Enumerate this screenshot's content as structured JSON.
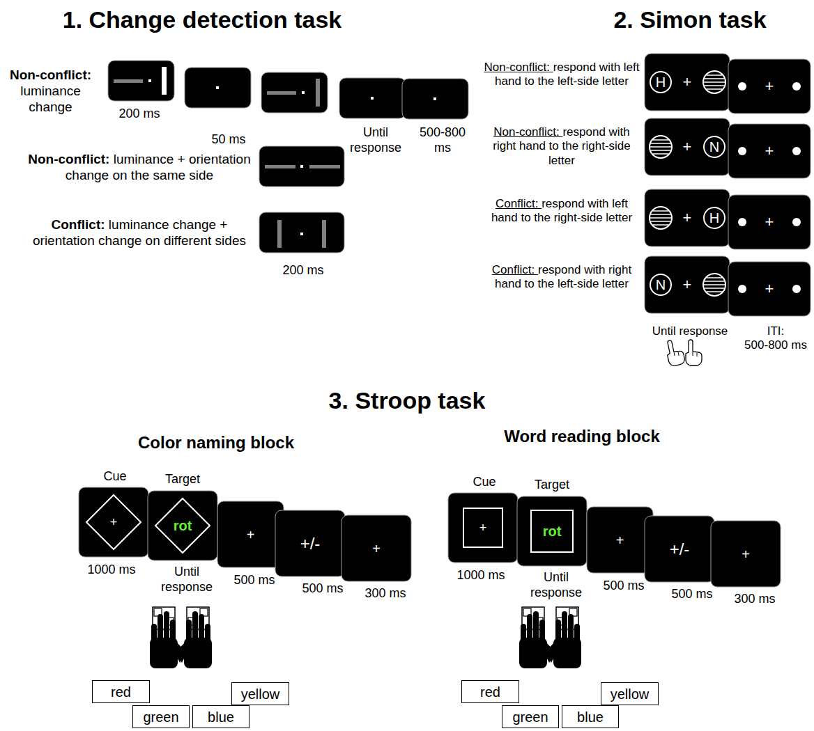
{
  "diagram": {
    "nodes": [
      {
        "text": [
          "+"
        ]
      },
      {
        "text": [
          "H"
        ],
        "in": 0
      },
      {
        "text": [
          "+"
        ]
      },
      {
        "text": [
          "+"
        ]
      },
      {
        "text": [
          "N"
        ],
        "in": 3
      },
      {
        "text": [
          "+"
        ]
      },
      {
        "text": [
          "+"
        ]
      },
      {
        "text": [
          "H"
        ],
        "in": 6
      },
      {
        "text": [
          "+"
        ]
      },
      {
        "text": [
          "+"
        ]
      },
      {
        "text": [
          "N"
        ],
        "in": 9
      },
      {
        "text": [
          "+"
        ]
      },
      {
        "text": [
          "+"
        ]
      },
      {
        "text": [
          "rot"
        ]
      },
      {
        "text": [
          "+"
        ]
      },
      {
        "text": [
          "+/-"
        ]
      },
      {
        "text": [
          "+"
        ]
      },
      {
        "text": [
          "red"
        ]
      },
      {
        "text": [
          "yellow"
        ]
      },
      {
        "text": [
          "green"
        ]
      },
      {
        "text": [
          "blue"
        ]
      },
      {
        "text": [
          "+"
        ]
      },
      {
        "text": [
          "rot"
        ]
      },
      {
        "text": [
          "+"
        ]
      },
      {
        "text": [
          "+/-"
        ]
      },
      {
        "text": [
          "+"
        ]
      },
      {
        "text": [
          "red"
        ]
      },
      {
        "text": [
          "yellow"
        ]
      },
      {
        "text": [
          "green"
        ]
      },
      {
        "text": [
          "blue"
        ]
      }
    ],
    "labels": [
      "1. Change detection task",
      "2. Simon task",
      "Non-conflict: luminance change",
      "200 ms",
      "50 ms",
      "Until response",
      "500-800 ms",
      "Non-conflict: luminance + orientation change on the same side",
      "Conflict: luminance change + orientation change on different sides",
      "200 ms",
      "Non-conflict: respond with left hand to the left-side letter",
      "Non-conflict: respond with right hand to the right-side letter",
      "Conflict: respond with left hand to the right-side letter",
      "Conflict: respond with right hand to the left-side letter",
      "Until response",
      "ITI: 500-800 ms",
      "3. Stroop task",
      "Color naming block",
      "Word reading block",
      "Cue",
      "Target",
      "1000 ms",
      "Until response",
      "500 ms",
      "500 ms",
      "300 ms",
      "Cue",
      "Target",
      "1000 ms",
      "Until response",
      "500 ms",
      "500 ms",
      "300 ms"
    ]
  }
}
